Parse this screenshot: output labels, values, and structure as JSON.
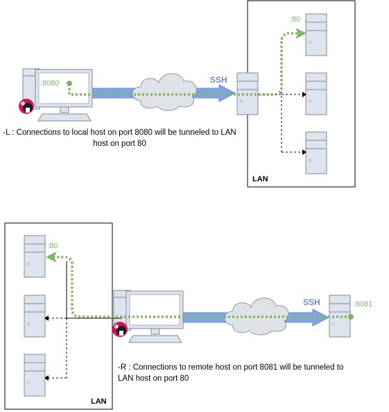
{
  "top": {
    "lan_label": "LAN",
    "ssh_label": "SSH",
    "local_port": ":8080",
    "target_port": ":80",
    "description": "-L : Connections to local host on port 8080 will be tunneled to LAN host on port 80"
  },
  "bottom": {
    "lan_label": "LAN",
    "ssh_label": "SSH",
    "remote_port": ":8081",
    "target_port": ":80",
    "description": "-R : Connections to remote host on port 8081 will be tunneled to LAN host on port 80"
  },
  "colors": {
    "tunnel_arrow": "#6c8ebf",
    "tunnel_fill": "#7ea6e0",
    "traffic_path": "#82b366",
    "server_fill": "#dde4ee",
    "cloud_fill": "#dfe3e8",
    "cloud_stroke": "#8a96a3",
    "badge": "#d4145a",
    "box_border": "#000000"
  },
  "icons": {
    "server": "server-icon",
    "workstation": "workstation-icon",
    "cloud": "cloud-icon",
    "tunnel_badge": "tunnel-badge-icon"
  }
}
